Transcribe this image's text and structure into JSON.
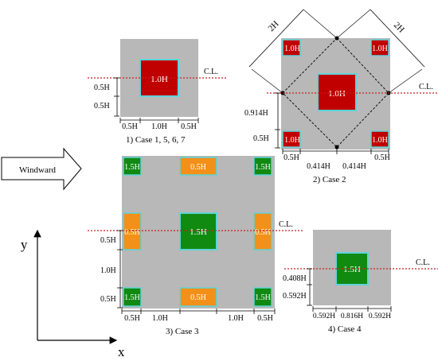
{
  "colors": {
    "ground": "#b8b8b8",
    "red_block": "#c00000",
    "green_block": "#118a11",
    "orange_block": "#f39019",
    "block_outline": "#5fd3d8",
    "centerline": "#c62020",
    "ink": "#000000",
    "block_text": "#ffffff"
  },
  "common": {
    "cl": "C.L."
  },
  "case1": {
    "caption": "1)  Case 1, 5, 6, 7",
    "block": "1.0H",
    "dim_h": [
      "0.5H",
      "1.0H",
      "0.5H"
    ],
    "dim_v": [
      "0.5H",
      "0.5H"
    ]
  },
  "case2": {
    "caption": "2)  Case 2",
    "center_block": "1.0H",
    "corner_blocks": [
      "1.0H",
      "1.0H",
      "1.0H",
      "1.0H"
    ],
    "diag_left": "2H",
    "diag_right": "2H",
    "dim_h": [
      "0.5H",
      "0.414H",
      "0.414H",
      "0.5H"
    ],
    "dim_v": [
      "0.914H",
      "0.5H"
    ]
  },
  "case3": {
    "caption": "3)  Case 3",
    "blocks": [
      "1.5H",
      "0.5H",
      "1.5H",
      "0.5H",
      "1.5H",
      "0.5H",
      "1.5H",
      "0.5H",
      "1.5H"
    ],
    "dim_h": [
      "0.5H",
      "1.0H",
      "1.0H",
      "0.5H"
    ],
    "dim_v": [
      "0.5H",
      "1.0H",
      "0.5H"
    ]
  },
  "case4": {
    "caption": "4)  Case 4",
    "block": "1.5H",
    "dim_h": [
      "0.592H",
      "0.816H",
      "0.592H"
    ],
    "dim_v": [
      "0.408H",
      "0.592H"
    ]
  },
  "windward": "Windward",
  "axes": {
    "y": "y",
    "x": "x"
  }
}
